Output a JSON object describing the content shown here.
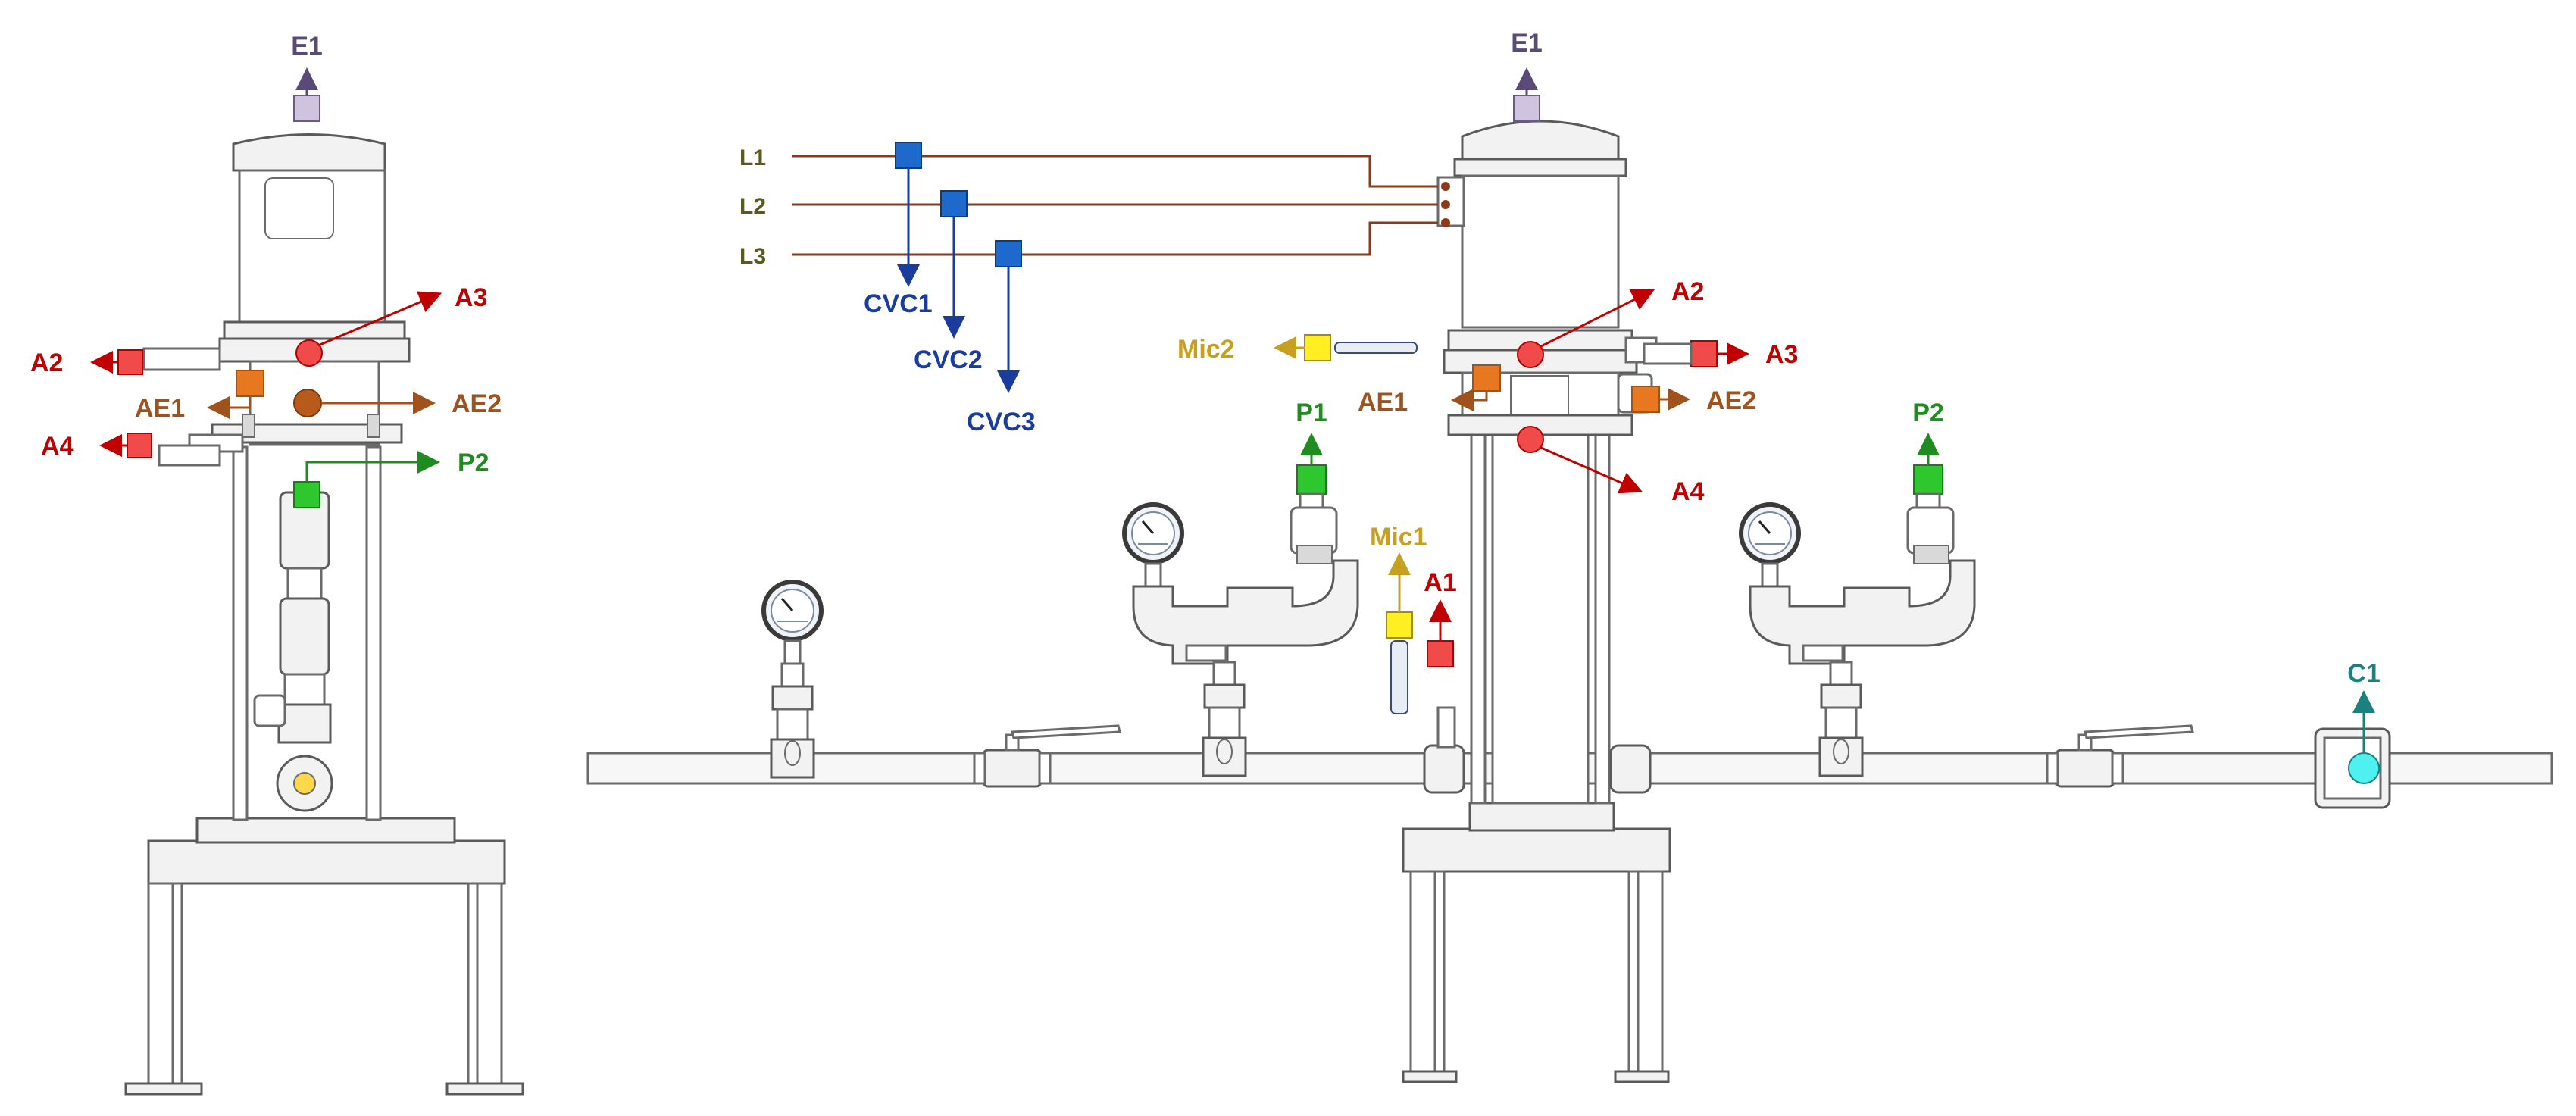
{
  "colors": {
    "red": "#c00000",
    "brown": "#a0521d",
    "green": "#1e8c1e",
    "blue": "#1a3c9c",
    "gold": "#c8a020",
    "teal": "#1a8080",
    "purple": "#5a4a7a",
    "olive": "#5a5a1e",
    "line_brown": "#8b3a1a"
  },
  "left_view": {
    "E1": "E1",
    "A3": "A3",
    "A2": "A2",
    "AE1": "AE1",
    "AE2": "AE2",
    "A4": "A4",
    "P2": "P2"
  },
  "right_view": {
    "E1": "E1",
    "L1": "L1",
    "L2": "L2",
    "L3": "L3",
    "CVC1": "CVC1",
    "CVC2": "CVC2",
    "CVC3": "CVC3",
    "Mic2": "Mic2",
    "A2": "A2",
    "A3": "A3",
    "AE1": "AE1",
    "AE2": "AE2",
    "A4": "A4",
    "P1": "P1",
    "Mic1": "Mic1",
    "A1": "A1",
    "P2": "P2",
    "C1": "C1"
  }
}
